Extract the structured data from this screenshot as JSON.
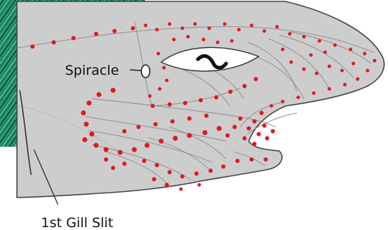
{
  "labels": {
    "spiracle": "Spiracle",
    "gill_slit": "1st Gill Slit"
  },
  "colors": {
    "skin": "#cdcdcd",
    "skin_outline": "#444444",
    "pores": "#e0191c",
    "canal_lines": "#8a8a8a",
    "eye": "#ffffff",
    "pupil": "#111111",
    "background_photo": "#1f7a5c"
  },
  "parts": [
    "background-photo",
    "head-outline",
    "eye",
    "pupil",
    "spiracle",
    "gill-slit",
    "sensory-canals",
    "ampullae-pores"
  ]
}
